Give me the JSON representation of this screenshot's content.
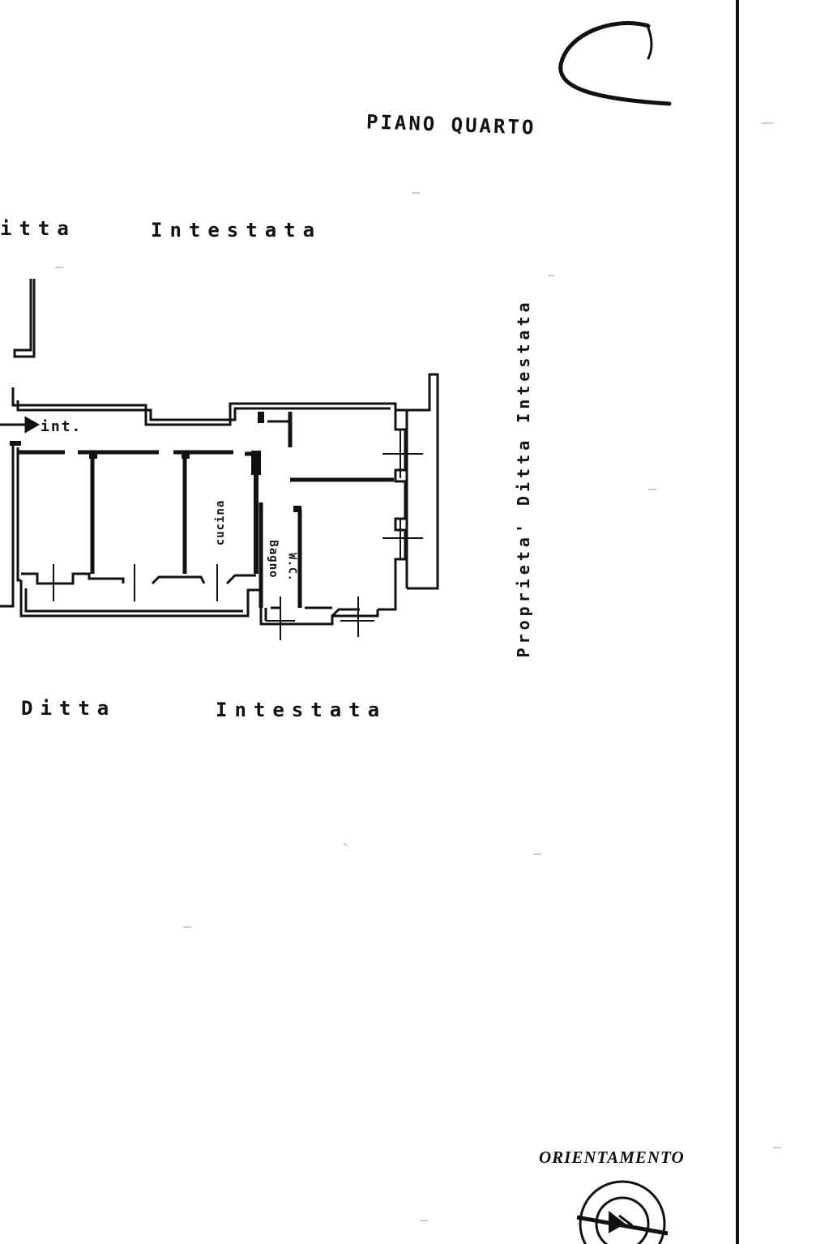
{
  "document": {
    "floor_title": "PIANO QUARTO",
    "neighbors": {
      "top_left": "itta",
      "top_right": "Intestata",
      "bottom_left": "Ditta",
      "bottom_right": "Intestata",
      "side": "Proprieta' Ditta Intestata"
    },
    "rooms": {
      "kitchen": "cucina",
      "bathroom": "Bagno",
      "wc": "W.C."
    },
    "entrance": "int.",
    "orientation_label": "ORIENTAMENTO",
    "handwritten_mark": "C"
  },
  "icons": {
    "north_arrow": "compass-rose-icon",
    "entrance_arrow": "arrow-right-icon"
  },
  "colors": {
    "ink": "#111111",
    "paper": "#ffffff"
  }
}
